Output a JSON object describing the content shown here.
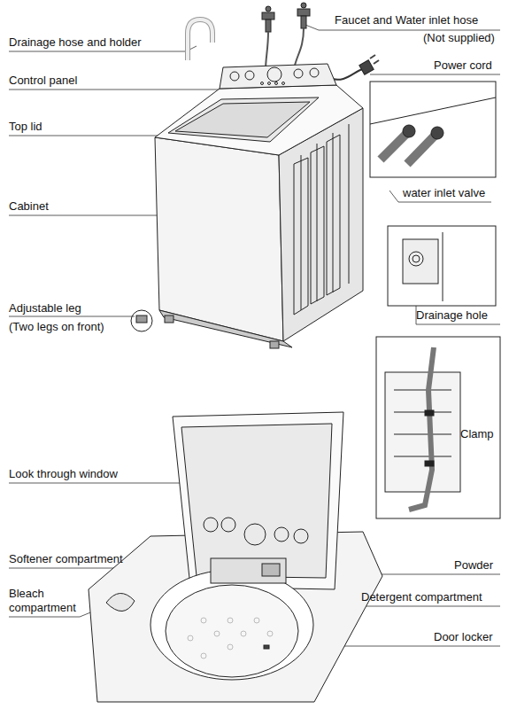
{
  "diagram": {
    "labels": [
      "Drainage hose and holder",
      "Faucet and Water inlet hose",
      "(Not supplied)",
      "Power cord",
      "Control panel",
      "Top lid",
      "Cabinet",
      "water inlet valve",
      "Adjustable leg",
      "(Two legs on front)",
      "Drainage hole",
      "Clamp",
      "Look through window",
      "Softener compartment",
      "Powder",
      "Bleach compartment",
      "Detergent compartment",
      "Door locker"
    ]
  }
}
